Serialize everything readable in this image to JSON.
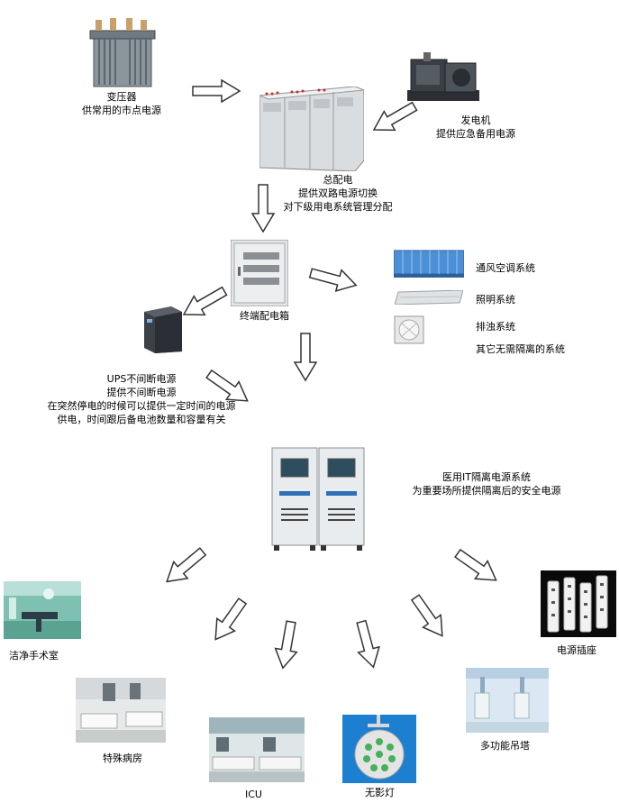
{
  "transformer": {
    "name": "变压器",
    "desc": "供常用的市点电源"
  },
  "generator": {
    "name": "发电机",
    "desc": "提供应急备用电源"
  },
  "main_distribution": {
    "name": "总配电",
    "desc1": "提供双路电源切换",
    "desc2": "对下级用电系统管理分配"
  },
  "terminal_box": {
    "name": "终端配电箱"
  },
  "systems": [
    "通风空调系统",
    "照明系统",
    "排浊系统",
    "其它无需隔离的系统"
  ],
  "ups": {
    "name": "UPS不间断电源",
    "desc1": "提供不间断电源",
    "desc2": "在突然停电的时候可以提供一定时间的电源",
    "desc3": "供电，时间跟后备电池数量和容量有关"
  },
  "it_system": {
    "name": "医用IT隔离电源系统",
    "desc": "为重要场所提供隔离后的安全电源"
  },
  "destinations": {
    "operating_room": "洁净手术室",
    "special_ward": "特殊病房",
    "icu": "ICU",
    "shadowless_lamp": "无影灯",
    "pendant": "多功能吊塔",
    "power_socket": "电源插座"
  }
}
